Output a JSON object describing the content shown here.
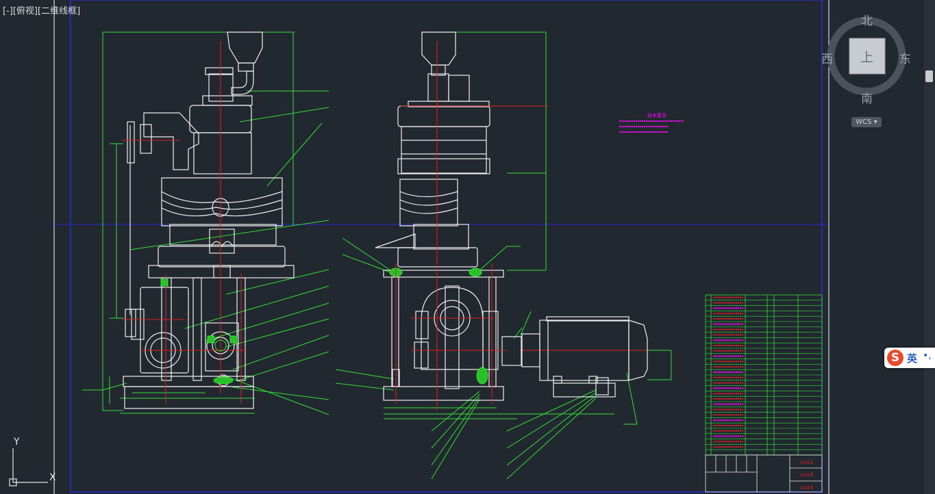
{
  "viewport": {
    "minimize": "[-]",
    "view": "[俯视]",
    "style": "[二维线框]"
  },
  "viewcube": {
    "north": "北",
    "south": "南",
    "east": "东",
    "west": "西",
    "top_face": "上",
    "wcs_label": "WCS"
  },
  "ime": {
    "logo": "S",
    "lang": "英",
    "punct": "•,"
  },
  "ucs": {
    "y_label": "Y",
    "x_label": "X"
  },
  "notes_title": "技术要求",
  "title_block": {
    "rev1": "xxx2",
    "rev2": "xxx3",
    "rev3": "xxx4"
  },
  "colors": {
    "background": "#212830",
    "green": "#33e033",
    "white": "#f0f0f0",
    "red": "#e02020",
    "magenta": "#ff00ff",
    "blue": "#2a2ad8",
    "orange": "#ff8c00"
  }
}
